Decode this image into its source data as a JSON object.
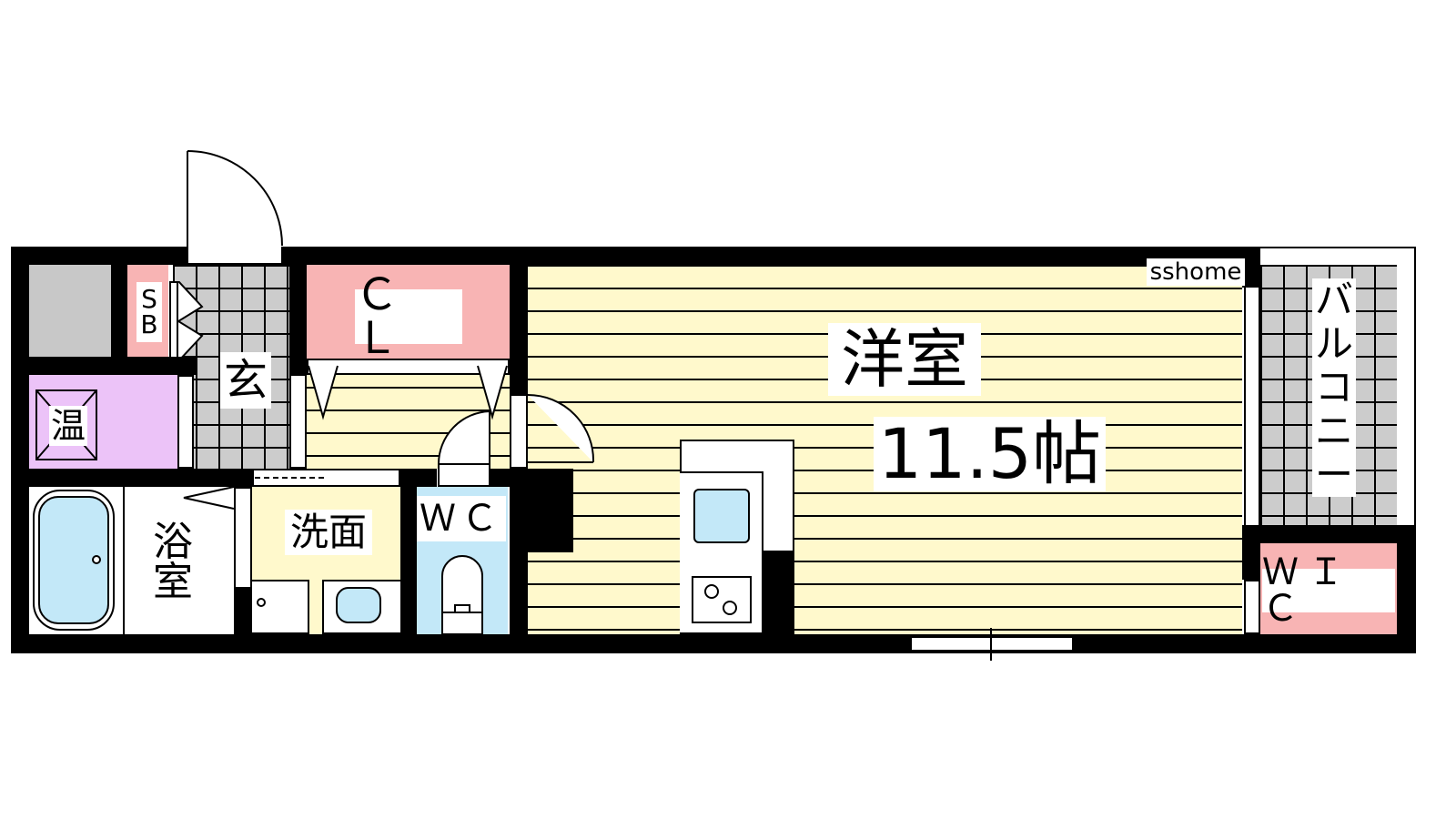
{
  "rooms": {
    "western_room": {
      "name": "洋室",
      "size": "11.5帖"
    },
    "closet": "ＣＬ",
    "shoe_box": [
      "S",
      "B"
    ],
    "entrance": "玄",
    "water_heater": "温",
    "bathroom": [
      "浴",
      "室"
    ],
    "washroom": "洗面",
    "toilet": "ＷＣ",
    "walk_in_closet": "ＷＩＣ",
    "balcony": [
      "バ",
      "ル",
      "コ",
      "ニ",
      "ー"
    ]
  },
  "watermark": "sshome",
  "colors": {
    "wall": "#000000",
    "floor": "#fff9cc",
    "tile": "#cccccc",
    "storage": "#f8b4b4",
    "water": "#c3e8f8",
    "heater": "#ecc3f8"
  }
}
